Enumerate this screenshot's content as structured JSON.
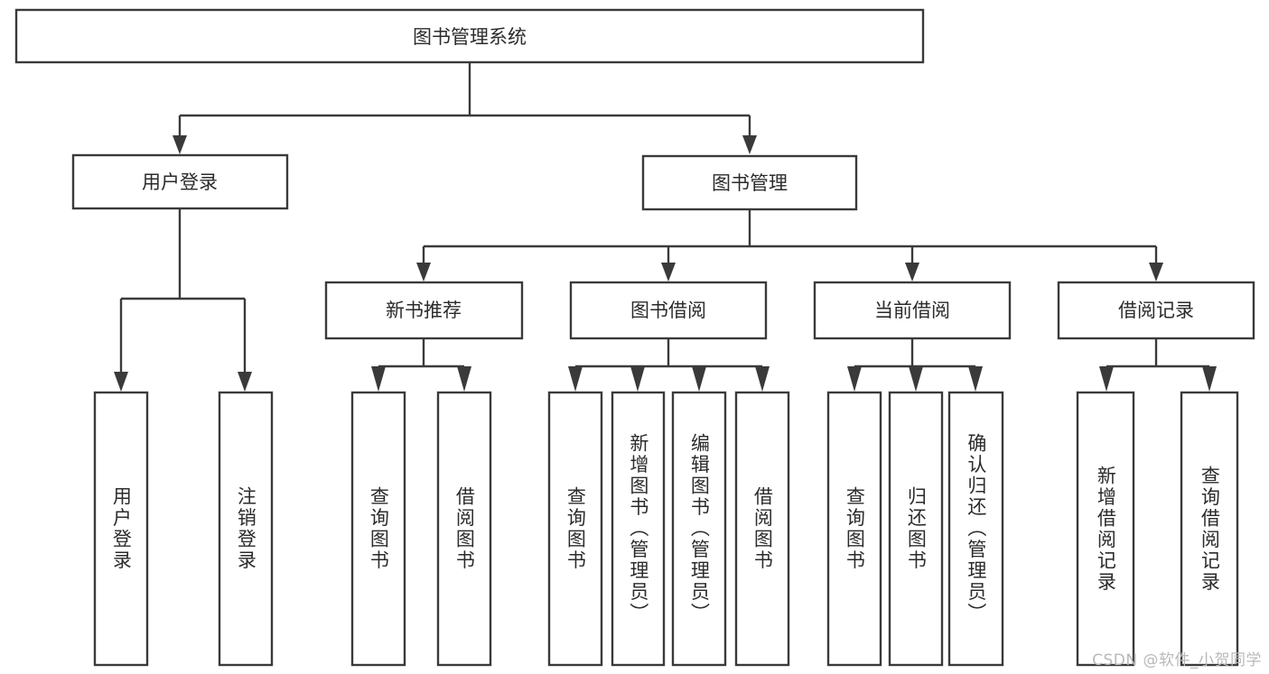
{
  "diagram": {
    "title": "图书管理系统",
    "type": "hierarchy-tree",
    "stroke_color": "#3a3a3a",
    "text_color": "#2b2b2b",
    "background_color": "#ffffff",
    "watermark": "CSDN @软件_小贺同学",
    "root": {
      "label": "图书管理系统"
    },
    "level1": [
      {
        "label": "用户登录"
      },
      {
        "label": "图书管理"
      }
    ],
    "level2": [
      {
        "label": "新书推荐"
      },
      {
        "label": "图书借阅"
      },
      {
        "label": "当前借阅"
      },
      {
        "label": "借阅记录"
      }
    ],
    "leaves": {
      "user_login": [
        {
          "label": "用户登录"
        },
        {
          "label": "注销登录"
        }
      ],
      "new_book_recommend": [
        {
          "label": "查询图书"
        },
        {
          "label": "借阅图书"
        }
      ],
      "book_borrow": [
        {
          "label": "查询图书"
        },
        {
          "label": "新增图书（管理员）"
        },
        {
          "label": "编辑图书（管理员）"
        },
        {
          "label": "借阅图书"
        }
      ],
      "current_borrow": [
        {
          "label": "查询图书"
        },
        {
          "label": "归还图书"
        },
        {
          "label": "确认归还（管理员）"
        }
      ],
      "borrow_record": [
        {
          "label": "新增借阅记录"
        },
        {
          "label": "查询借阅记录"
        }
      ]
    }
  }
}
